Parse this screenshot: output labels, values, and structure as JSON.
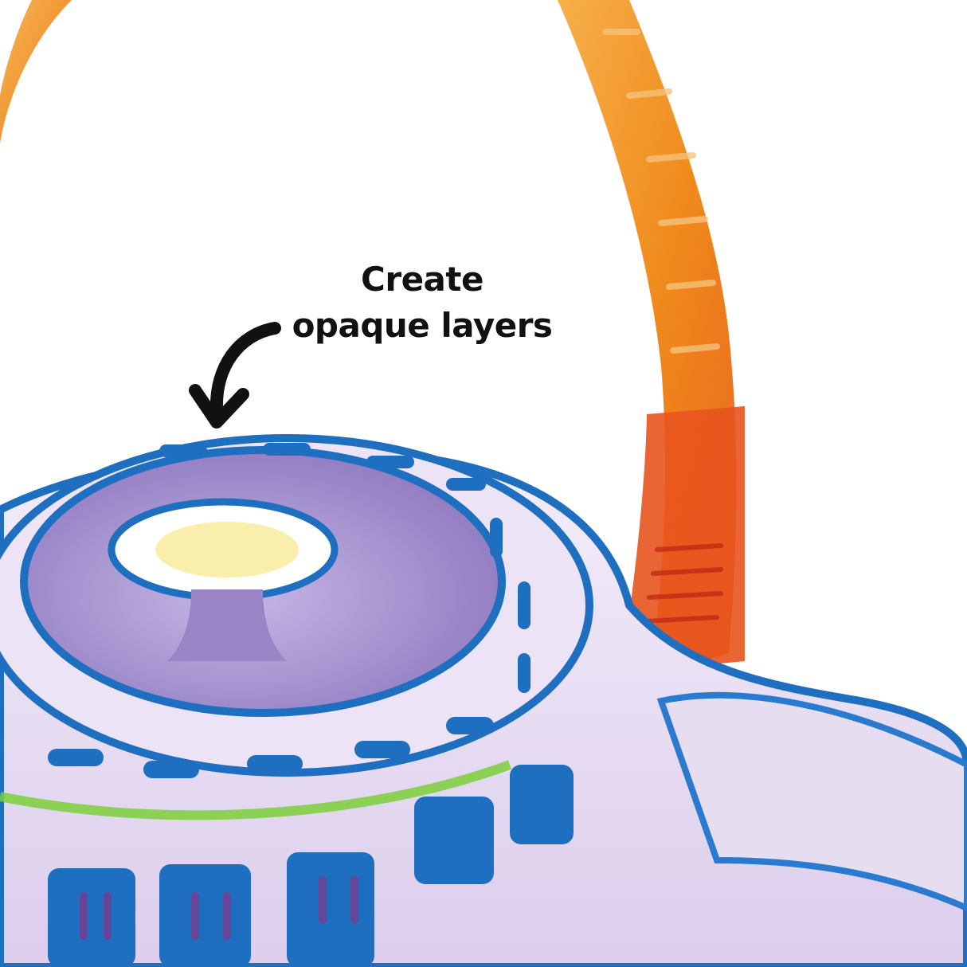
{
  "annotation": {
    "line1": "Create",
    "line2": "opaque layers"
  },
  "illustration": {
    "subject": "watercolor-teapot",
    "colors": {
      "handle_orange": "#f08a1c",
      "handle_red": "#e8321e",
      "body_lavender": "#e6ddf0",
      "lid_purple": "#9a86c6",
      "pattern_blue": "#1f6fc0",
      "accent_green": "#7ccf3a",
      "accent_yellow": "#f3d94a",
      "ink": "#111111"
    }
  }
}
